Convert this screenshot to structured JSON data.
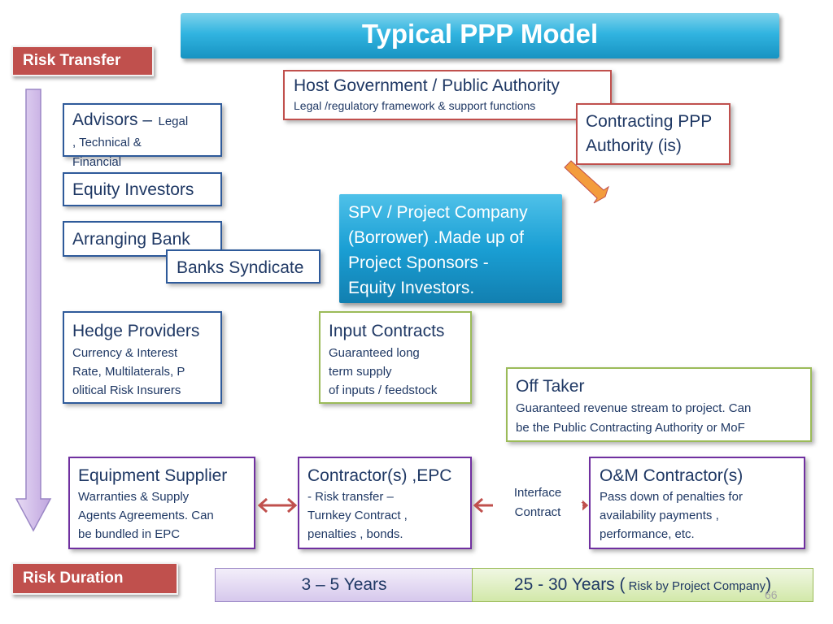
{
  "title": "Typical PPP Model",
  "risk_transfer_label": "Risk Transfer",
  "risk_duration_label": "Risk Duration",
  "host_government": {
    "title": "Host Government / Public Authority",
    "subtitle": "Legal /regulatory framework & support functions"
  },
  "contracting_authority": {
    "line1": "Contracting PPP",
    "line2": "Authority (is)"
  },
  "advisors": {
    "title": "Advisors –",
    "title_suffix": "Legal",
    "line2": ", Technical &",
    "line3": "Financial"
  },
  "equity_investors": "Equity Investors",
  "arranging_bank": "Arranging Bank",
  "banks_syndicate": "Banks Syndicate",
  "spv": {
    "line1": "SPV / Project Company",
    "line2": "(Borrower) .Made up of",
    "line3": "Project Sponsors  -",
    "line4": "Equity Investors."
  },
  "hedge_providers": {
    "title": "Hedge Providers",
    "line1": "Currency & Interest",
    "line2": "Rate, Multilaterals, P",
    "line3": "olitical Risk Insurers"
  },
  "input_contracts": {
    "title": "Input Contracts",
    "line1": "Guaranteed long",
    "line2": "term supply",
    "line3": "of inputs / feedstock"
  },
  "off_taker": {
    "title": "Off Taker",
    "line1": "Guaranteed revenue stream to project. Can",
    "line2": "be the Public Contracting Authority or MoF"
  },
  "equipment_supplier": {
    "title": "Equipment Supplier",
    "line1": "Warranties & Supply",
    "line2": "Agents Agreements. Can",
    "line3": "be bundled in EPC"
  },
  "contractor_epc": {
    "title": "Contractor(s) ,EPC",
    "line1": "- Risk transfer –",
    "line2": "Turnkey Contract ,",
    "line3": "penalties , bonds."
  },
  "interface_contract": {
    "line1": "Interface",
    "line2": "Contract"
  },
  "om_contractor": {
    "title": "O&M Contractor(s)",
    "line1": "Pass down of penalties for",
    "line2": "availability payments ,",
    "line3": "performance, etc."
  },
  "duration_short": "3 – 5 Years",
  "duration_long": {
    "prefix": "25 - 30 Years (",
    "small": " Risk by Project Company",
    "suffix": ")"
  },
  "page_number": "66",
  "colors": {
    "title_blue": "#1fa3d3",
    "tag_red": "#c0504d",
    "box_blue": "#2e5a9a",
    "box_green": "#9bbb59",
    "box_purple": "#7030a0",
    "arrow_orange": "#f39c3d",
    "arrow_red": "#c0504d",
    "arrow_lavender": "#d9c6ec"
  }
}
